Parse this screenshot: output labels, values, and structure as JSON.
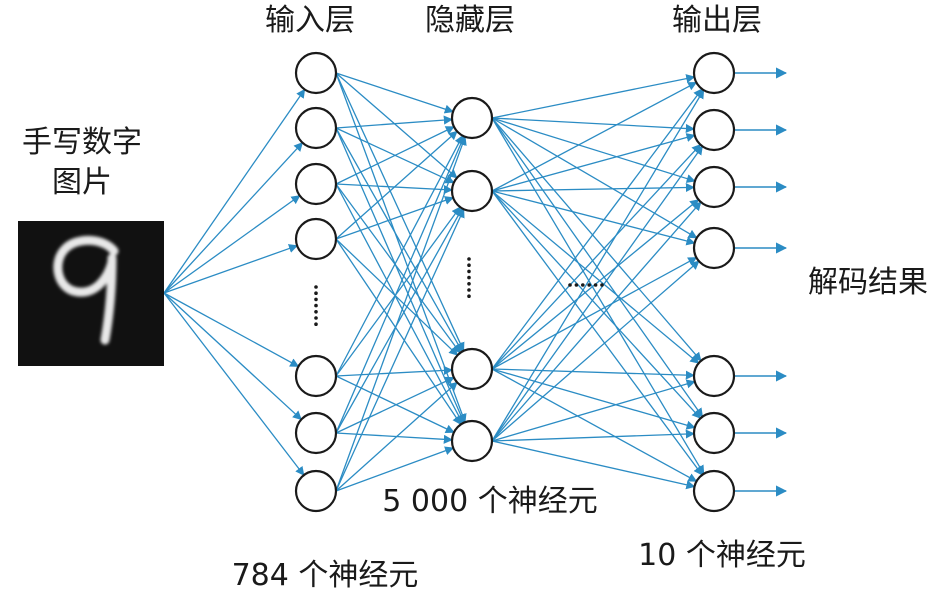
{
  "headers": {
    "input_layer": "输入层",
    "hidden_layer": "隐藏层",
    "output_layer": "输出层"
  },
  "left_caption": {
    "line1": "手写数字",
    "line2": "图片"
  },
  "right_caption": "解码结果",
  "counts": {
    "input": "784 个神经元",
    "hidden": "5 000 个神经元",
    "output": "10 个神经元"
  },
  "digit_shown": "9",
  "colors": {
    "connection": "#2b8cc4",
    "node_stroke": "#1a1a1a",
    "image_bg": "#111111"
  }
}
